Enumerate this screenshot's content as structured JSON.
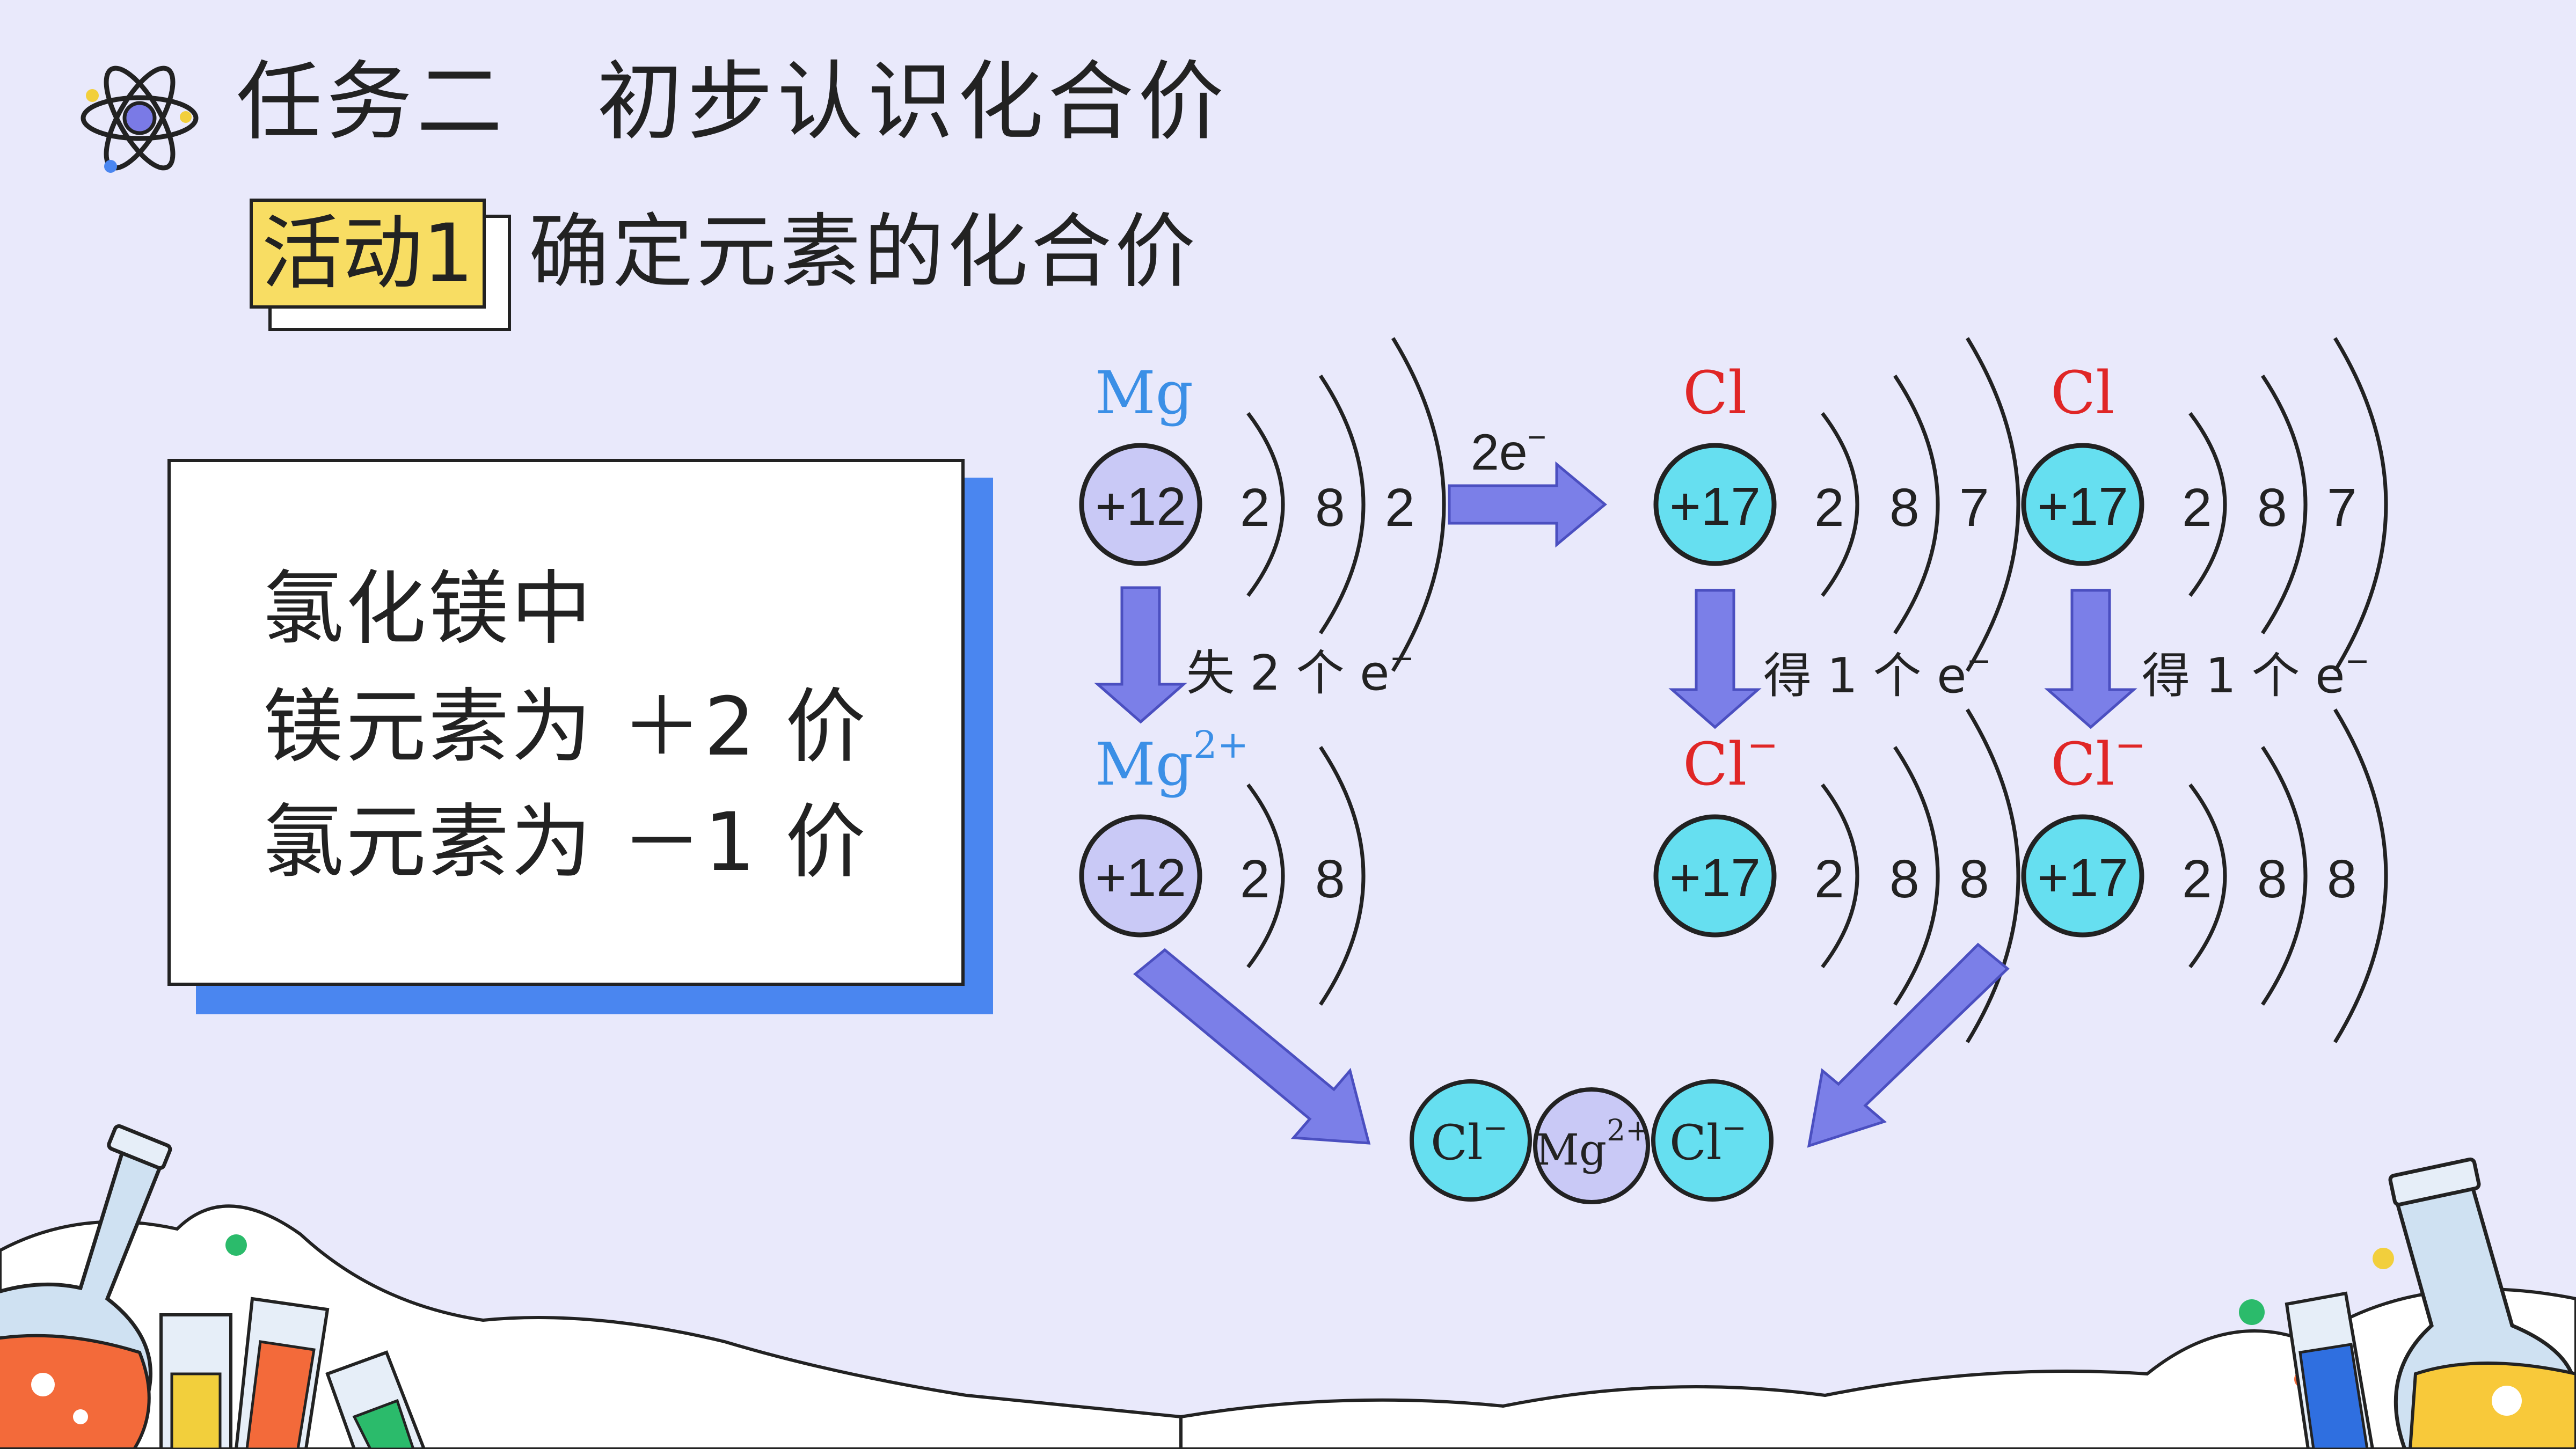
{
  "header": {
    "title": "任务二　初步认识化合价",
    "activity_badge": "活动1",
    "activity_title": "确定元素的化合价"
  },
  "summary_card": {
    "line1": "氯化镁中",
    "line2": "镁元素为 ＋2 价",
    "line3": "氯元素为 －1 价"
  },
  "diagram": {
    "mg_atom": {
      "symbol": "Mg",
      "nucleus": "+12",
      "shells": [
        "2",
        "8",
        "2"
      ]
    },
    "mg_ion": {
      "symbol": "Mg",
      "charge": "2+",
      "nucleus": "+12",
      "shells": [
        "2",
        "8"
      ]
    },
    "cl_atom_1": {
      "symbol": "Cl",
      "nucleus": "+17",
      "shells": [
        "2",
        "8",
        "7"
      ]
    },
    "cl_atom_2": {
      "symbol": "Cl",
      "nucleus": "+17",
      "shells": [
        "2",
        "8",
        "7"
      ]
    },
    "cl_ion_1": {
      "symbol": "Cl",
      "charge": "−",
      "nucleus": "+17",
      "shells": [
        "2",
        "8",
        "8"
      ]
    },
    "cl_ion_2": {
      "symbol": "Cl",
      "charge": "−",
      "nucleus": "+17",
      "shells": [
        "2",
        "8",
        "8"
      ]
    },
    "transfer_label": {
      "text": "2e",
      "sup": "−"
    },
    "lose_label": {
      "text": "失 2 个 e",
      "sup": "−"
    },
    "gain_label_1": {
      "text": "得 1 个 e",
      "sup": "−"
    },
    "gain_label_2": {
      "text": "得 1 个 e",
      "sup": "−"
    },
    "compound": {
      "left": {
        "text": "Cl",
        "sup": "−"
      },
      "center": {
        "text": "Mg",
        "sup": "2+"
      },
      "right": {
        "text": "Cl",
        "sup": "−"
      }
    }
  },
  "colors": {
    "background": "#e9e9fb",
    "mg_label": "#3b8fe6",
    "cl_label": "#e02626",
    "mg_nucleus": "#c9c9f6",
    "cl_nucleus": "#66dff0",
    "arrow": "#7b7fe8",
    "badge": "#f8dd63",
    "card_shadow": "#4a86f0"
  }
}
